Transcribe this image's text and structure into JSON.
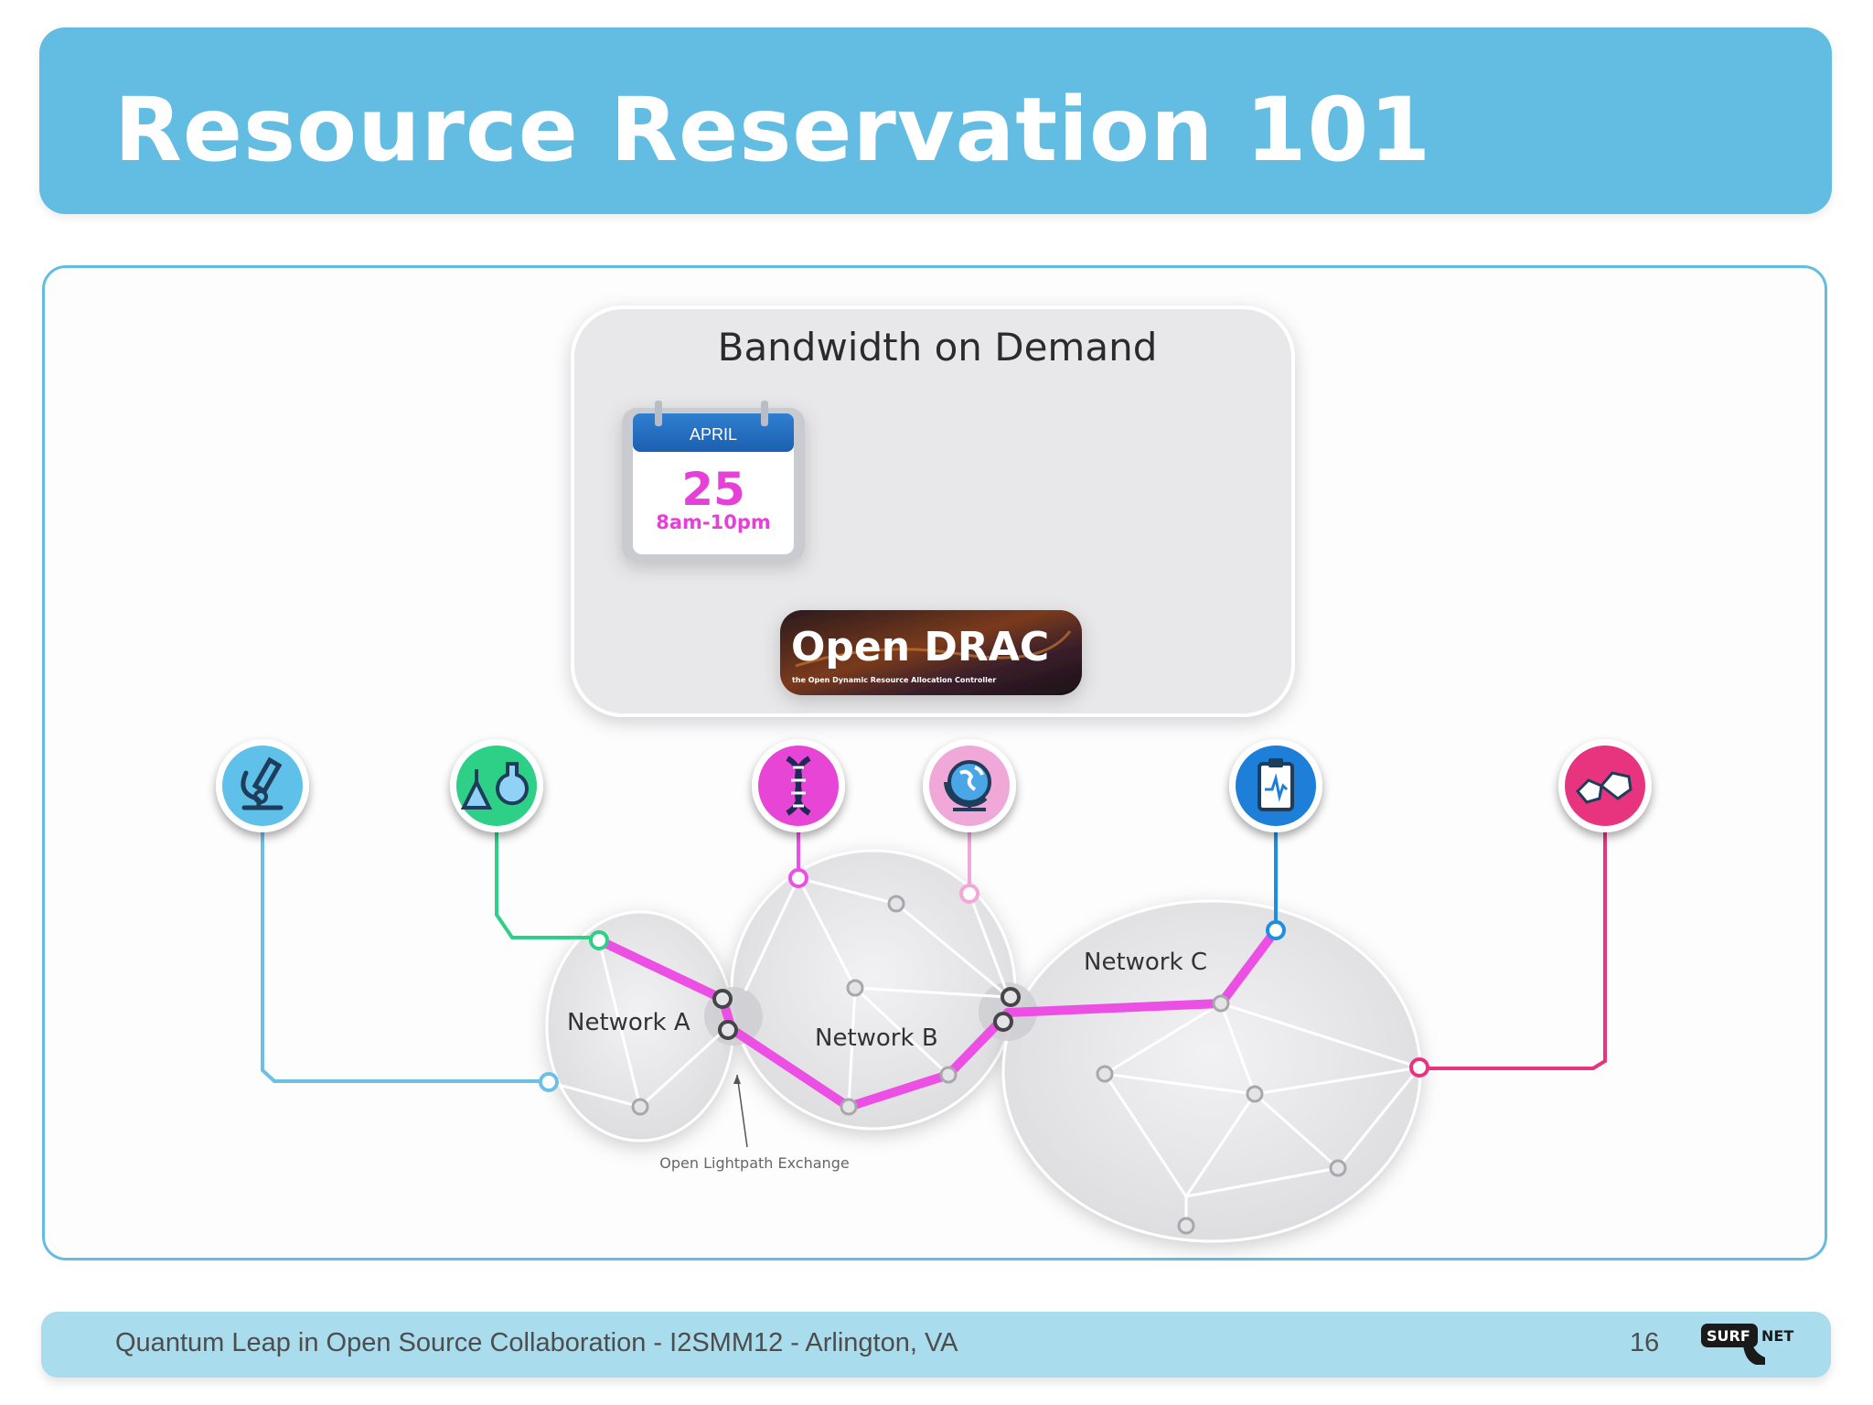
{
  "title": "Resource Reservation 101",
  "bod": {
    "heading": "Bandwidth on Demand",
    "calendar": {
      "month": "APRIL",
      "day": "25",
      "time": "8am-10pm"
    },
    "opendrac": {
      "name": "Open DRAC",
      "tagline": "the Open Dynamic Resource Allocation Controller"
    }
  },
  "networks": {
    "a": "Network A",
    "b": "Network B",
    "c": "Network C"
  },
  "exchange_label": "Open Lightpath Exchange",
  "icons": [
    "microscope-icon",
    "flask-icon",
    "dna-icon",
    "globe-icon",
    "medical-chart-icon",
    "molecule-icon"
  ],
  "colors": {
    "accent": "#63bde2",
    "footer": "#a9dcec",
    "path": "#ec4fe3",
    "green": "#2ecf86",
    "blue": "#1e8ee0",
    "pink": "#e8347e",
    "light_blue": "#6cc0e3",
    "light_pink": "#f3a6d8"
  },
  "footer": {
    "text": "Quantum Leap in Open Source Collaboration - I2SMM12 - Arlington, VA",
    "page": "16",
    "logo_left": "SURF",
    "logo_right": "NET"
  }
}
